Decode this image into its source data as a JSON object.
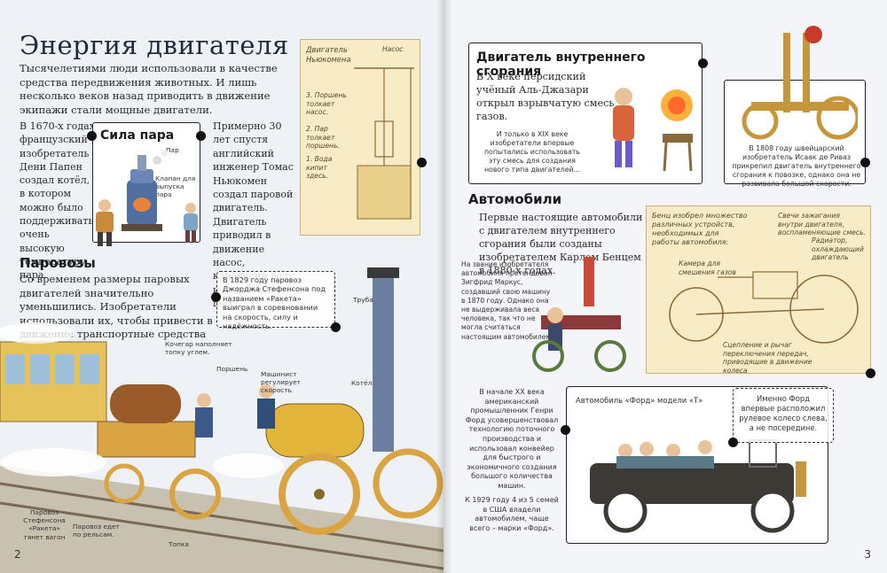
{
  "left": {
    "title": "Энергия двигателя",
    "intro": "Тысячелетиями люди использовали в качестве средства передвижения животных. И лишь несколько веков назад приводить в движение экипажи стали мощные двигатели.",
    "papin": "В 1670-х годах французский изобретатель Дени Папен создал котёл, в котором можно было поддерживать очень высокую температуру пара.",
    "steam_box": {
      "title": "Сила пара",
      "label_steam": "Пар",
      "label_valve": "Клапан для выпуска пара"
    },
    "newcomen": "Примерно 30 лет спустя английский инженер Томас Ньюкомен создал паровой двигатель. Двигатель приводил в движение насос, качающий воду из глубоких шахт.",
    "newcomen_sketch": {
      "title": "Двигатель Ньюкомена",
      "label_pump": "Насос",
      "step3": "3. Поршень толкает насос.",
      "step2": "2. Пар толкает поршень.",
      "step1": "1. Вода кипит здесь."
    },
    "locomotives": {
      "heading": "Паровозы",
      "text": "Со временем размеры паровых двигателей значительно уменьшились. Изобретатели использовали их, чтобы привести в движение транспортные средства – паровозы."
    },
    "rocket_caption": "В 1829 году паровоз Джорджа Стефенсона под названием «Ракета» выиграл в соревновании на скорость, силу и надёжность.",
    "labels": {
      "pipe": "Труба",
      "coachman": "Кочегар наполняет топку углем.",
      "driver": "Машинист регулирует скорость",
      "piston": "Поршень",
      "boiler": "Котёл",
      "rocket_pulls": "Паровоз Стефенсона «Ракета» тянет вагон",
      "on_rails": "Паровоз едет по рельсам.",
      "firebox": "Топка"
    },
    "page_number": "2"
  },
  "right": {
    "ice": {
      "heading": "Двигатель внутреннего сгорания",
      "text": "В X веке персидский учёный Аль-Джазари открыл взрывчатую смесь газов.",
      "note": "И только в XIX веке изобретатели впервые попытались использовать эту смесь для создания нового типа двигателей..."
    },
    "rivaz": "В 1808 году швейцарский изобретатель Исаак де Риваз прикрепил двигатель внутреннего сгорания к повозке, однако она не развивала большой скорости.",
    "cars": {
      "heading": "Автомобили",
      "text": "Первые настоящие автомобили с двигателем внутреннего сгорания были созданы изобретателем Карлом Бенцем в 1880-х годах.",
      "marcus": "На звание изобретателя автомобиля претендовал Зигфрид Маркус, создавший свою машину в 1870 году. Однако она не выдерживала веса человека, так что не могла считаться настоящим автомобилем."
    },
    "benz_sketch": {
      "intro": "Бенц изобрел множество различных устройств, необходимых для работы автомобиля:",
      "spark": "Свечи зажигания внутри двигателя, воспламеняющие смесь.",
      "radiator": "Радиатор, охлаждающий двигатель",
      "chamber": "Камера для смешения газов",
      "clutch": "Сцепление и рычаг переключения передач, приводящие в движение колеса"
    },
    "ford": {
      "text": "В начале XX века американский промышленник Генри Форд усовершенствовал технологию поточного производства и использовал конвейер для быстрого и экономичного создания большого количества машин.",
      "stat": "К 1929 году 4 из 5 семей в США владели автомобилем, чаще всего – марки «Форд».",
      "model_t": "Автомобиль «Форд» модели «Т»",
      "steering": "Именно Форд впервые расположил рулевое колесо слева, а не посередине."
    },
    "page_number": "3"
  },
  "colors": {
    "page": "#eef2f6",
    "sketch": "#f7ecc5",
    "locomotive": "#e6c25a",
    "car": "#3d3a35"
  }
}
